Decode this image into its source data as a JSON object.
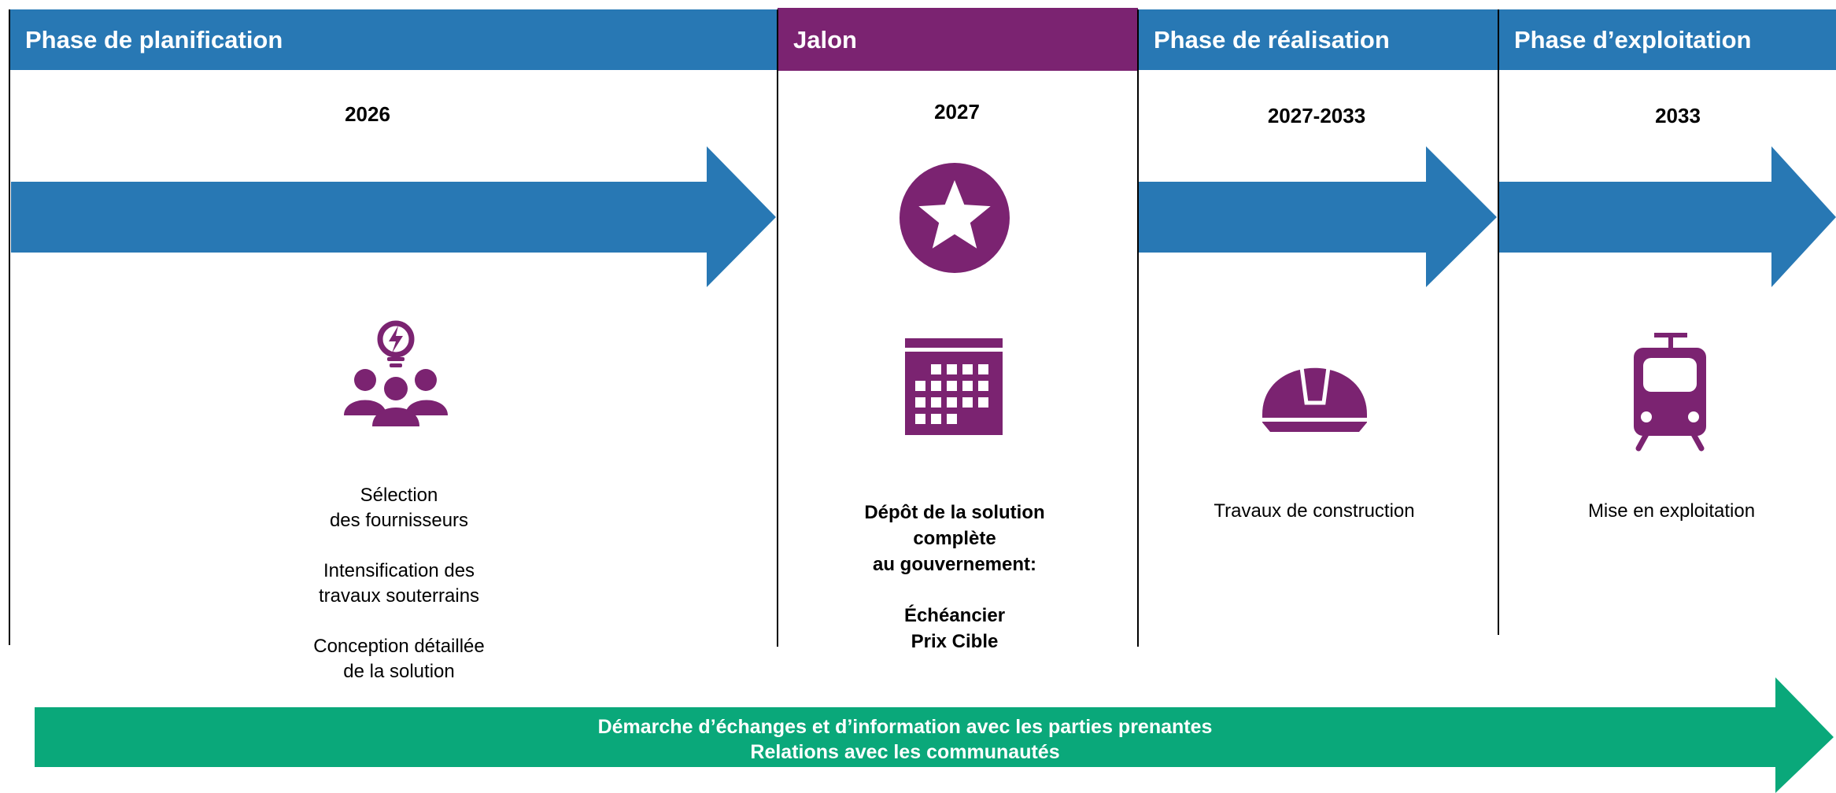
{
  "phases": [
    {
      "header": "Phase de planification",
      "year": "2026",
      "lines": [
        "Sélection",
        "des fournisseurs",
        "",
        "Intensification des",
        "travaux souterrains",
        "",
        "Conception détaillée",
        "de la solution"
      ]
    },
    {
      "header": "Jalon",
      "year": "2027",
      "lines": [
        "Dépôt de la solution",
        "complète",
        "au gouvernement:",
        "",
        "Échéancier",
        "Prix Cible"
      ]
    },
    {
      "header": "Phase de réalisation",
      "year": "2027-2033",
      "lines": [
        "Travaux de construction"
      ]
    },
    {
      "header": "Phase d’exploitation",
      "year": "2033",
      "lines": [
        "Mise en exploitation"
      ]
    }
  ],
  "banner": {
    "line1": "Démarche d’échanges et d’information avec les parties prenantes",
    "line2": "Relations avec les communautés"
  },
  "icons": [
    "people-idea-icon",
    "star-icon",
    "calendar-icon",
    "hard-hat-icon",
    "tram-icon"
  ],
  "colors": {
    "blue": "#2878b4",
    "purple": "#7b2371",
    "green": "#0aa87a"
  }
}
